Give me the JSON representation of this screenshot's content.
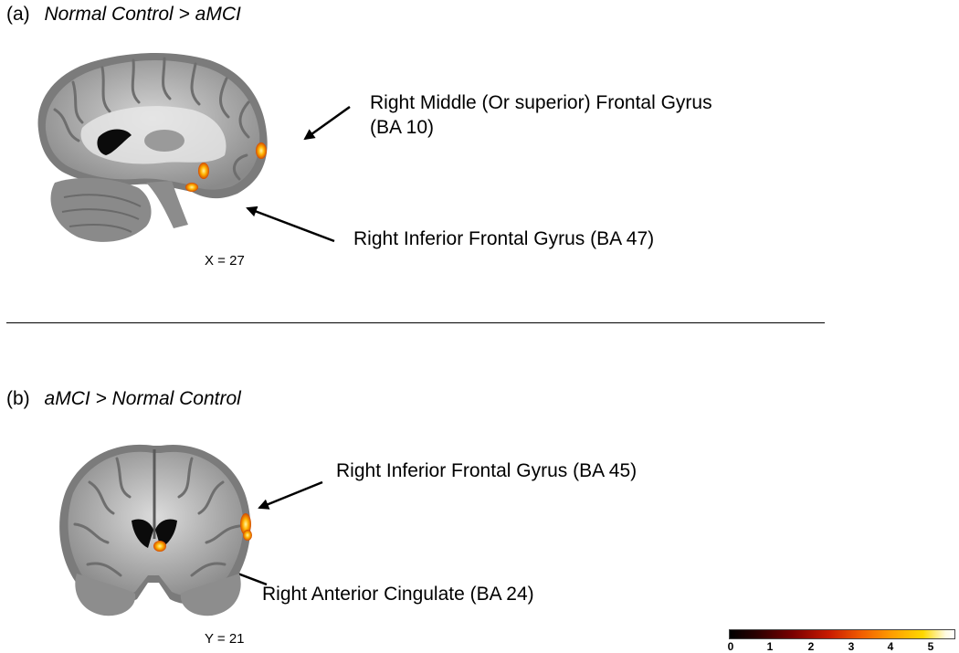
{
  "panel_a": {
    "letter": "(a)",
    "contrast": "Normal Control > aMCI",
    "annotations": [
      {
        "line1": "Right Middle (Or superior) Frontal Gyrus",
        "line2": "(BA 10)"
      },
      {
        "line1": "Right Inferior Frontal Gyrus (BA 47)"
      }
    ],
    "slice_label": "X = 27"
  },
  "panel_b": {
    "letter": "(b)",
    "contrast": "aMCI > Normal Control",
    "annotations": [
      {
        "line1": "Right Inferior Frontal Gyrus (BA 45)"
      },
      {
        "line1": "Right Anterior Cingulate (BA 24)"
      }
    ],
    "slice_label": "Y = 21"
  },
  "colorbar": {
    "ticks": [
      "0",
      "1",
      "2",
      "3",
      "4",
      "5"
    ],
    "colors": [
      "#000000",
      "#7a0000",
      "#c81a00",
      "#f05a00",
      "#ff9d00",
      "#ffd800",
      "#ffffff"
    ]
  }
}
